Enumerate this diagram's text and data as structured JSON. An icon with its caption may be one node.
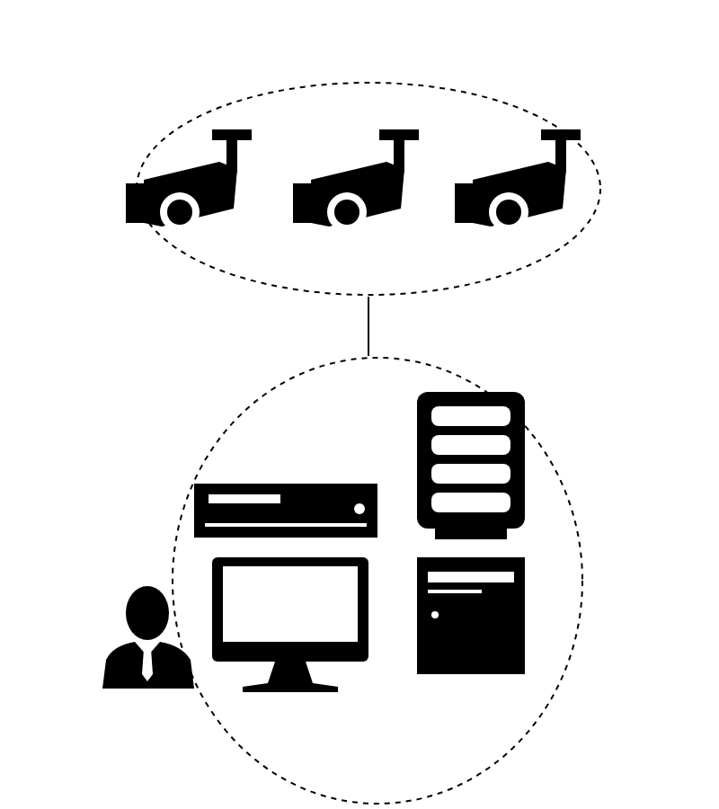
{
  "diagram": {
    "nodes": [
      {
        "text": [],
        "shape": "ellipse"
      },
      {
        "text": [],
        "shape": "camera",
        "in": 0
      },
      {
        "text": [],
        "shape": "camera",
        "in": 0
      },
      {
        "text": [],
        "shape": "camera",
        "in": 0
      },
      {
        "text": [],
        "shape": "circle"
      },
      {
        "text": [],
        "shape": "recorder",
        "in": 4
      },
      {
        "text": [],
        "shape": "server",
        "in": 4
      },
      {
        "text": [],
        "shape": "monitor",
        "in": 4
      },
      {
        "text": [],
        "shape": "computer",
        "in": 4
      },
      {
        "text": [],
        "shape": "person"
      }
    ],
    "edges": [
      {
        "from": 0,
        "to": 4,
        "arrow": "none"
      }
    ]
  }
}
